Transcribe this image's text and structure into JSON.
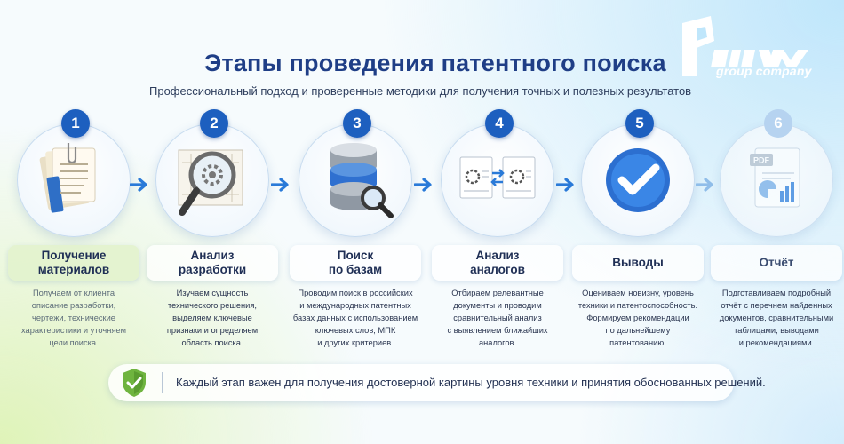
{
  "header": {
    "title": "Этапы проведения патентного поиска",
    "subtitle": "Профессиональный подход и проверенные методики для получения точных и полезных результатов"
  },
  "logo": {
    "text": "PRILAW",
    "subtext": "group company"
  },
  "steps": [
    {
      "number": "1",
      "label": "Получение\nматериалов",
      "icon": "documents-clip-icon",
      "description": "Получаем от клиента\nописание разработки,\nчертежи, технические\nхарактеристики и уточняем\nцели поиска."
    },
    {
      "number": "2",
      "label": "Анализ\nразработки",
      "icon": "magnifier-gear-blueprint-icon",
      "description": "Изучаем сущность\nтехнического решения,\nвыделяем ключевые\nпризнаки и определяем\nобласть поиска."
    },
    {
      "number": "3",
      "label": "Поиск\nпо базам",
      "icon": "database-magnifier-icon",
      "description": "Проводим поиск в российских\nи международных патентных\nбазах данных с использованием\nключевых слов, МПК\nи других критериев."
    },
    {
      "number": "4",
      "label": "Анализ\nаналогов",
      "icon": "compare-documents-icon",
      "description": "Отбираем релевантные\nдокументы и проводим\nсравнительный анализ\nс выявлением ближайших\nаналогов."
    },
    {
      "number": "5",
      "label": "Выводы",
      "icon": "checkmark-icon",
      "description": "Оцениваем новизну, уровень\nтехники и патентоспособность.\nФормируем рекомендации\nпо дальнейшему\nпатентованию."
    },
    {
      "number": "6",
      "label": "Отчёт",
      "icon": "pdf-report-icon",
      "pdf_tag": "PDF",
      "description": "Подготавливаем подробный\nотчёт с перечнем найденных\nдокументов, сравнительными\nтаблицами, выводами\nи рекомендациями."
    }
  ],
  "footer": {
    "icon": "shield-check-icon",
    "text": "Каждый этап важен для получения достоверной картины уровня техники и принятия обоснованных решений."
  },
  "colors": {
    "accent": "#1d5fbf",
    "title": "#1f3e86",
    "green": "#6fb43f"
  }
}
